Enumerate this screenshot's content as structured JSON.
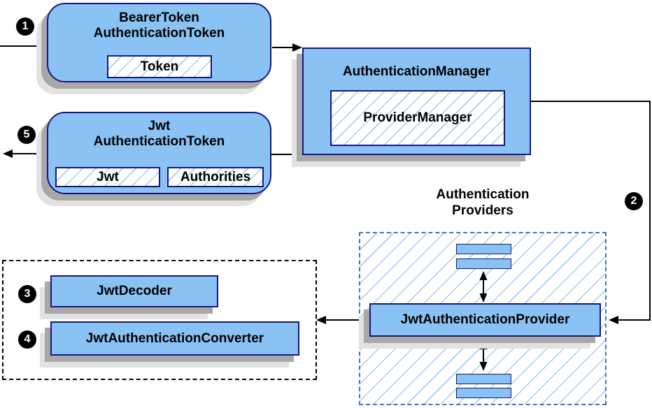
{
  "colors": {
    "node_fill": "#8AC2F4",
    "node_border": "#17177F",
    "hatch_line": "#A9CBEC",
    "dashed_border_blue": "#4472BC",
    "dashed_border_black": "#000000",
    "shadow_dark": "#A8A8A8",
    "shadow_light": "#E2E2E2",
    "connector": "#000000"
  },
  "steps": [
    "1",
    "2",
    "3",
    "4",
    "5"
  ],
  "nodes": {
    "bearer_token": {
      "title": [
        "BearerToken",
        "AuthenticationToken"
      ],
      "fields": [
        "Token"
      ]
    },
    "authentication_manager": {
      "title": "AuthenticationManager",
      "impl": "ProviderManager"
    },
    "jwt_authentication_token": {
      "title": [
        "Jwt",
        "AuthenticationToken"
      ],
      "fields": [
        "Jwt",
        "Authorities"
      ]
    },
    "providers_group": {
      "label": [
        "Authentication",
        "Providers"
      ],
      "provider": "JwtAuthenticationProvider"
    },
    "decoder_group": {
      "items": [
        "JwtDecoder",
        "JwtAuthenticationConverter"
      ]
    }
  }
}
